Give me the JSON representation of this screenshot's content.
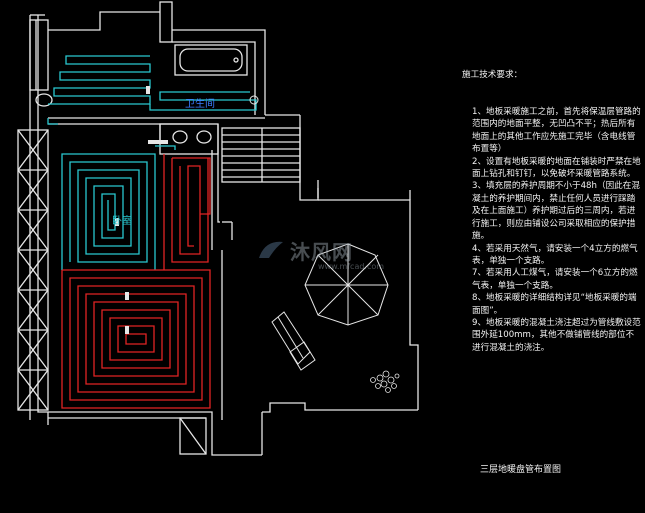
{
  "labels": {
    "bathroom": "卫生间",
    "bedroom": "卧室"
  },
  "notes": {
    "heading": "施工技术要求：",
    "text": "1、地板采暖施工之前，首先将保温层管路的范围内的地面平整，无凹凸不平；热后所有地面上的其他工作应先施工完毕（含电线管布置等）\n2、设置有地板采暖的地面在铺装时严禁在地面上钻孔和钉钉，以免破坏采暖管路系统。\n3、填充层的养护周期不小于48h（因此在混凝土的养护期间内，禁止任何人员进行踩踏及在上面施工）养护期过后的三周内，若进行施工，则应由铺设公司采取相应的保护措施。\n4、若采用天然气，请安装一个4立方的燃气表，单独一个支路。\n7、若采用人工煤气，请安装一个6立方的燃气表，单独一个支路。\n8、地板采暖的详细结构详见“地板采暖的端面图”。\n9、地板采暖的混凝土浇注超过为管线敷设范围外延100mm，其他不做铺管线的部位不进行混凝土的浇注。"
  },
  "drawing_title": "三层地暖盘管布置图",
  "watermark": {
    "name": "沐风网",
    "url": "www.mfcad.com"
  },
  "colors": {
    "background": "#000000",
    "wall": "#e6e6e6",
    "pipe_cyan": "#29c8d0",
    "pipe_red": "#e02424",
    "text": "#f2f2f2",
    "bathroom_label": "#3b7dff",
    "bedroom_label": "#29c8d0"
  }
}
